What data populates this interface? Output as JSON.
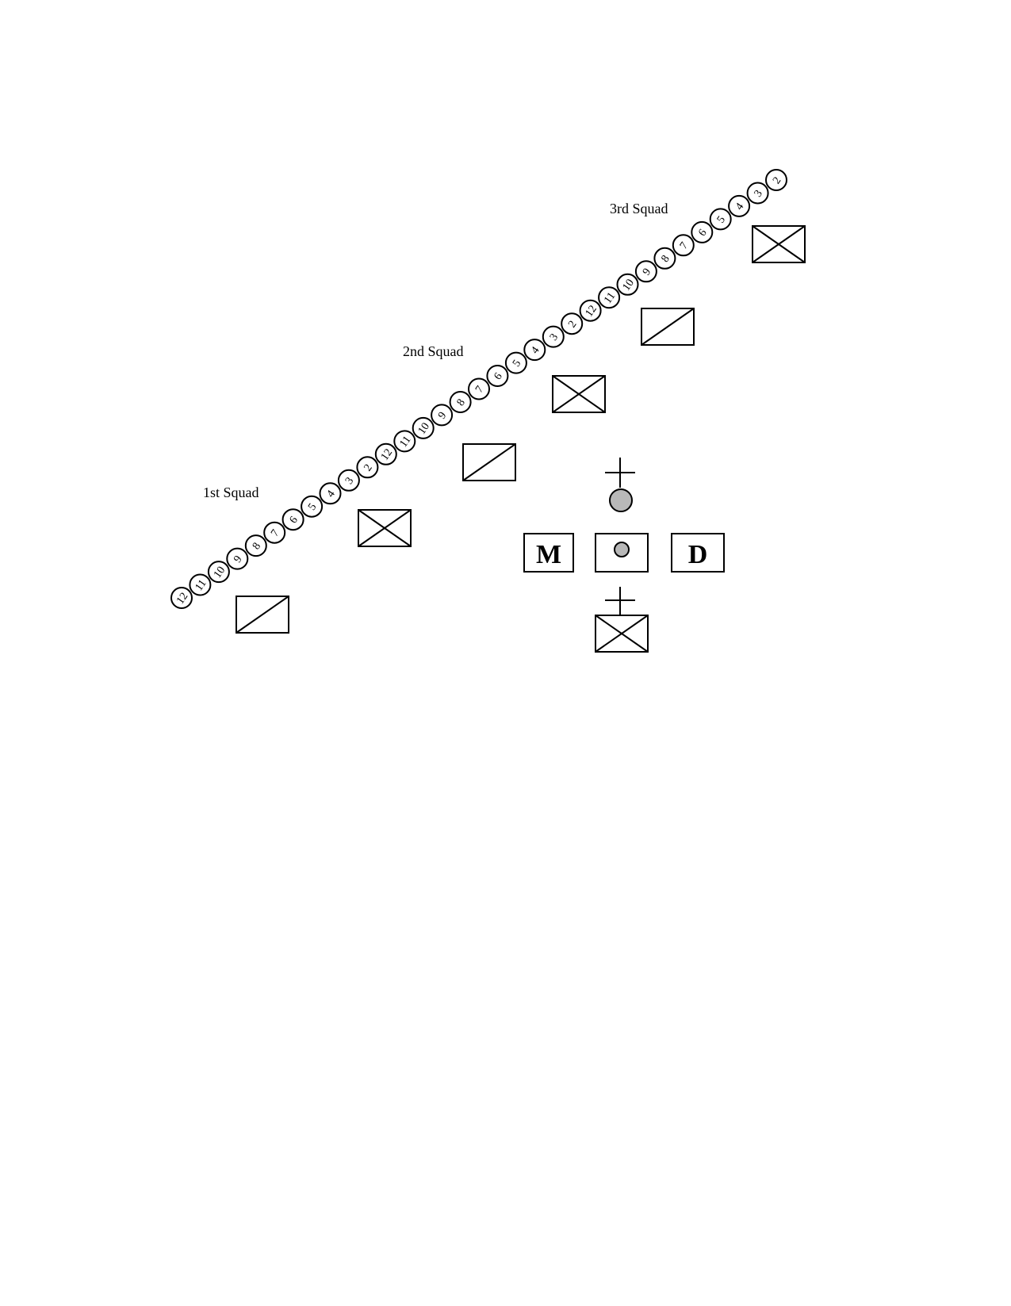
{
  "labels": {
    "squad1": "1st Squad",
    "squad2": "2nd Squad",
    "squad3": "3rd Squad"
  },
  "squad_numbers": {
    "squad1": [
      "12",
      "11",
      "10",
      "9",
      "8",
      "7",
      "6",
      "5",
      "4",
      "3",
      "2"
    ],
    "squad2": [
      "12",
      "11",
      "10",
      "9",
      "8",
      "7",
      "6",
      "5",
      "4",
      "3",
      "2"
    ],
    "squad3": [
      "12",
      "11",
      "10",
      "9",
      "8",
      "7",
      "6",
      "5",
      "4",
      "3",
      "2"
    ]
  },
  "hq_letters": {
    "left": "M",
    "right": "D"
  },
  "colors": {
    "fill_dot": "#b8b8b8",
    "stroke": "#000000"
  },
  "icons": {
    "full_box": "box-x-icon",
    "half_box": "box-slash-icon",
    "leader": "cross-circle-icon",
    "centre": "box-dot-icon"
  }
}
